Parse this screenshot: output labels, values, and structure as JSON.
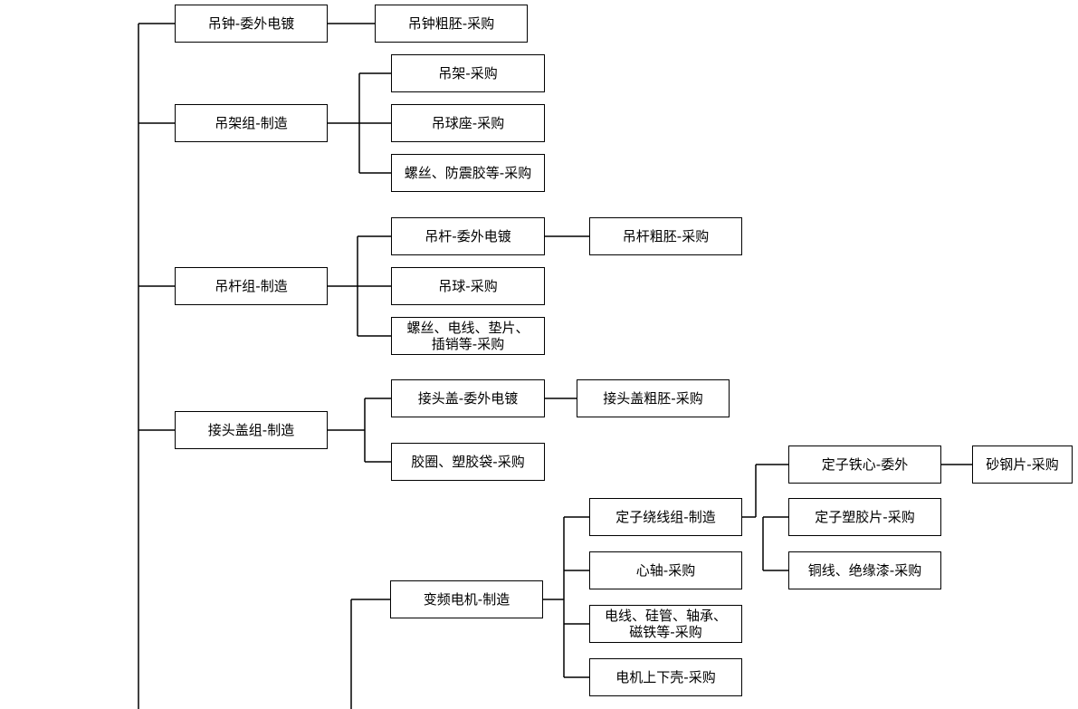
{
  "diagram": {
    "colors": {
      "line": "#000000",
      "box_border": "#000000",
      "box_fill": "#ffffff",
      "text": "#000000"
    },
    "nodes": [
      {
        "id": "n1",
        "label": "吊钟-委外电镀"
      },
      {
        "id": "n2",
        "label": "吊钟粗胚-采购"
      },
      {
        "id": "n3",
        "label": "吊架组-制造"
      },
      {
        "id": "n4",
        "label": "吊架-采购"
      },
      {
        "id": "n5",
        "label": "吊球座-采购"
      },
      {
        "id": "n6",
        "label": "螺丝、防震胶等-采购"
      },
      {
        "id": "n7",
        "label": "吊杆组-制造"
      },
      {
        "id": "n8",
        "label": "吊杆-委外电镀"
      },
      {
        "id": "n9",
        "label": "吊杆粗胚-采购"
      },
      {
        "id": "n10",
        "label": "吊球-采购"
      },
      {
        "id": "n11",
        "label": "螺丝、电线、垫片、\n插销等-采购"
      },
      {
        "id": "n12",
        "label": "接头盖组-制造"
      },
      {
        "id": "n13",
        "label": "接头盖-委外电镀"
      },
      {
        "id": "n14",
        "label": "接头盖粗胚-采购"
      },
      {
        "id": "n15",
        "label": "胶圈、塑胶袋-采购"
      },
      {
        "id": "n16",
        "label": "定子铁心-委外"
      },
      {
        "id": "n17",
        "label": "砂钢片-采购"
      },
      {
        "id": "n18",
        "label": "定子绕线组-制造"
      },
      {
        "id": "n19",
        "label": "定子塑胶片-采购"
      },
      {
        "id": "n20",
        "label": "心轴-采购"
      },
      {
        "id": "n21",
        "label": "铜线、绝缘漆-采购"
      },
      {
        "id": "n22",
        "label": "变频电机-制造"
      },
      {
        "id": "n23",
        "label": "电线、硅管、轴承、\n磁铁等-采购"
      },
      {
        "id": "n24",
        "label": "电机上下壳-采购"
      }
    ]
  }
}
